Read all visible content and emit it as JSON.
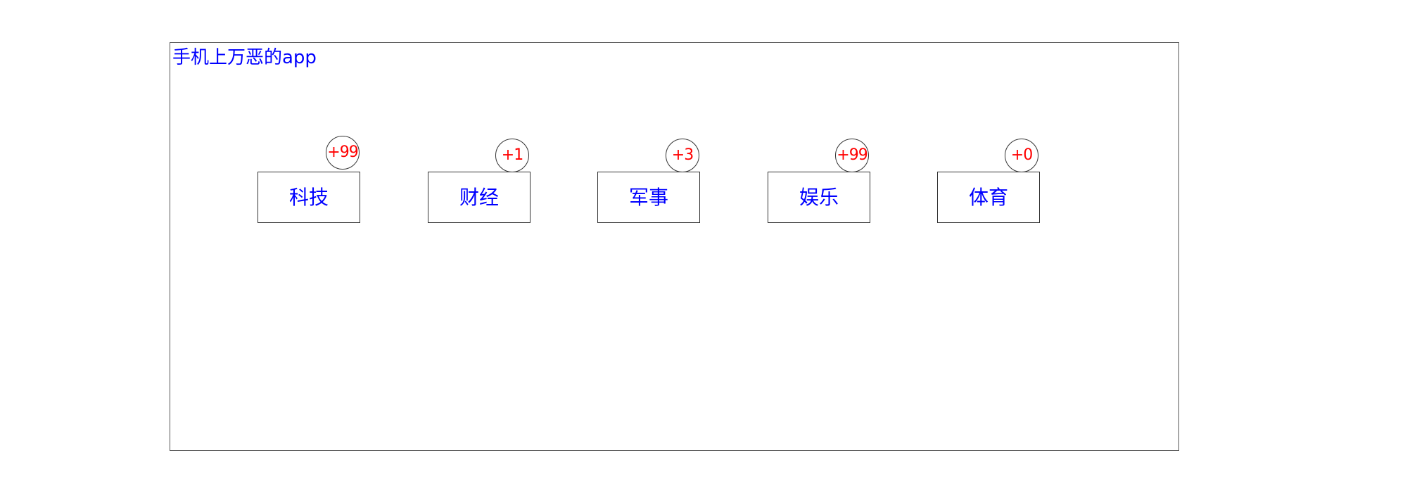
{
  "panel": {
    "title": "手机上万恶的app"
  },
  "apps": [
    {
      "label": "科技",
      "badge": "+99"
    },
    {
      "label": "财经",
      "badge": "+1"
    },
    {
      "label": "军事",
      "badge": "+3"
    },
    {
      "label": "娱乐",
      "badge": "+99"
    },
    {
      "label": "体育",
      "badge": "+0"
    }
  ],
  "colors": {
    "title_text": "#0000ff",
    "label_text": "#0000ff",
    "badge_text": "#ff0000",
    "border": "#333333"
  }
}
